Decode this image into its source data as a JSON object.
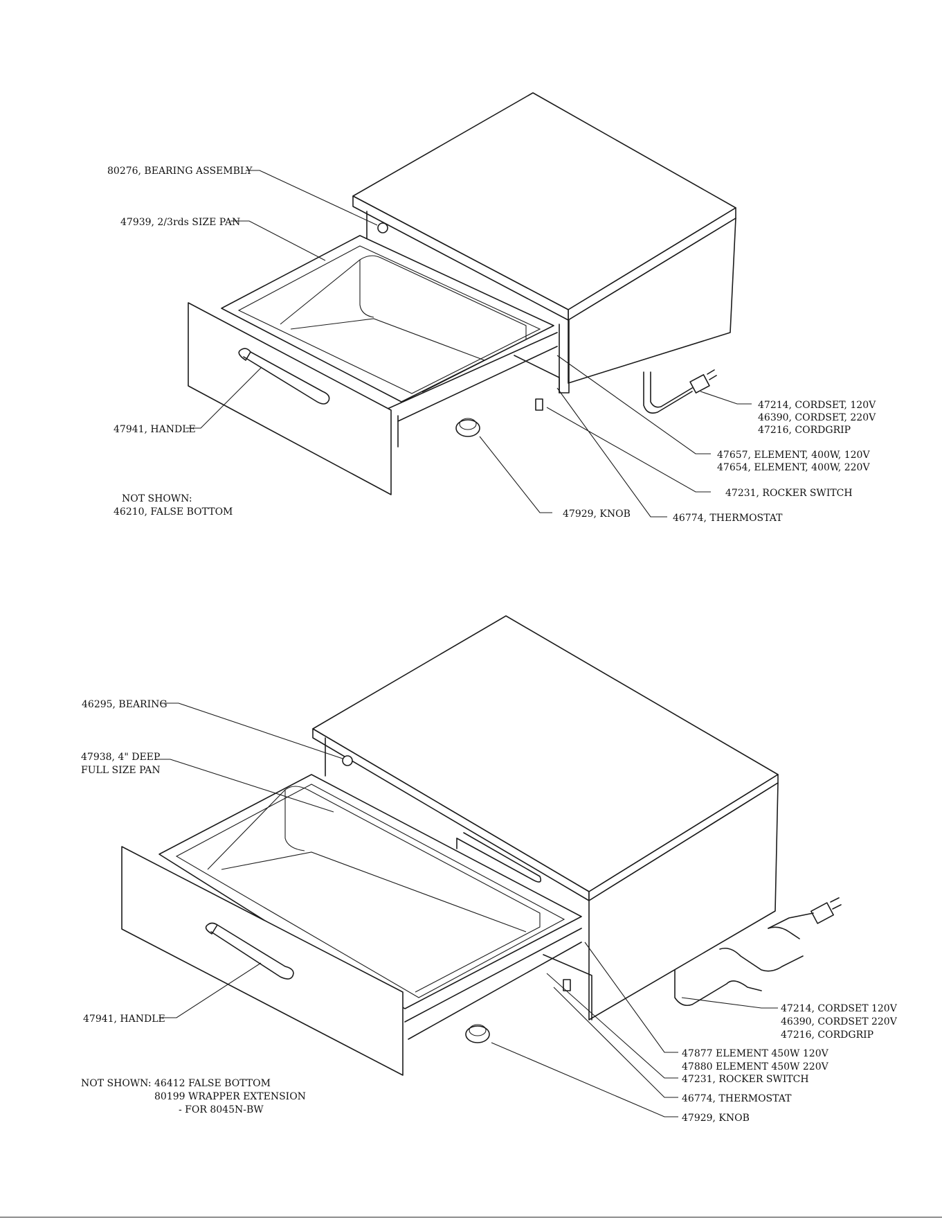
{
  "top_view": {
    "labels": {
      "bearing_assembly": "80276, BEARING ASSEMBLY",
      "pan": "47939, 2/3rds SIZE PAN",
      "handle": "47941, HANDLE",
      "not_shown_heading": "NOT SHOWN:",
      "not_shown_false_bottom": "46210, FALSE BOTTOM",
      "cordset_120": "47214, CORDSET, 120V",
      "cordset_220": "46390, CORDSET, 220V",
      "cordgrip": "47216, CORDGRIP",
      "element_120": "47657, ELEMENT, 400W, 120V",
      "element_220": "47654, ELEMENT, 400W, 220V",
      "rocker_switch": "47231, ROCKER SWITCH",
      "knob": "47929, KNOB",
      "thermostat": "46774, THERMOSTAT"
    }
  },
  "bottom_view": {
    "labels": {
      "bearing": "46295, BEARING",
      "pan_line1": "47938, 4\" DEEP",
      "pan_line2": "FULL SIZE PAN",
      "handle": "47941, HANDLE",
      "not_shown_heading": "NOT SHOWN:",
      "not_shown_false_bottom": "46412 FALSE BOTTOM",
      "not_shown_wrapper": "80199 WRAPPER EXTENSION",
      "not_shown_wrapper_note": "- FOR 8045N-BW",
      "cordset_120": "47214, CORDSET 120V",
      "cordset_220": "46390, CORDSET 220V",
      "cordgrip": "47216, CORDGRIP",
      "element_120": "47877 ELEMENT 450W 120V",
      "element_220": "47880 ELEMENT 450W 220V",
      "rocker_switch": "47231, ROCKER SWITCH",
      "thermostat": "46774, THERMOSTAT",
      "knob": "47929, KNOB"
    }
  }
}
